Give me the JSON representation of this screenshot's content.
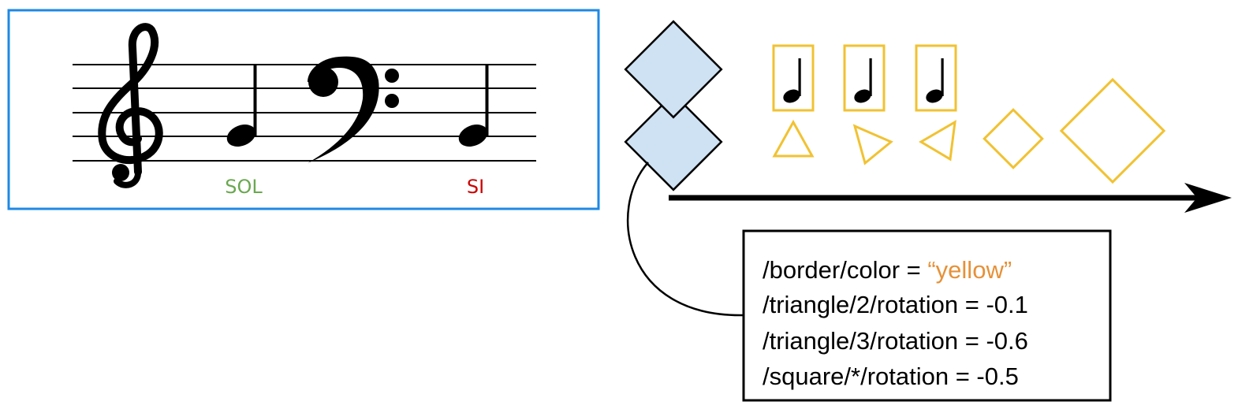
{
  "staff": {
    "labels": [
      {
        "text": "SOL",
        "color": "#6aa84f"
      },
      {
        "text": "SI",
        "color": "#cc0000"
      }
    ]
  },
  "code": {
    "lines": [
      {
        "prefix": "/border/color = ",
        "value": "“yellow”",
        "value_color": "#e69138"
      },
      {
        "prefix": "/triangle/2/rotation = -0.1",
        "value": ""
      },
      {
        "prefix": "/triangle/3/rotation = -0.6",
        "value": ""
      },
      {
        "prefix": "/square/*/rotation = -0.5",
        "value": ""
      }
    ]
  },
  "colors": {
    "staff_border": "#1e88e5",
    "shape_fill": "#cfe2f3",
    "accent": "#f1c232",
    "ink": "#000000"
  },
  "icons": {
    "treble_clef": "treble-clef-icon",
    "bass_clef": "bass-clef-icon",
    "note": "quarter-note-icon",
    "arrow": "arrow-right-icon"
  }
}
